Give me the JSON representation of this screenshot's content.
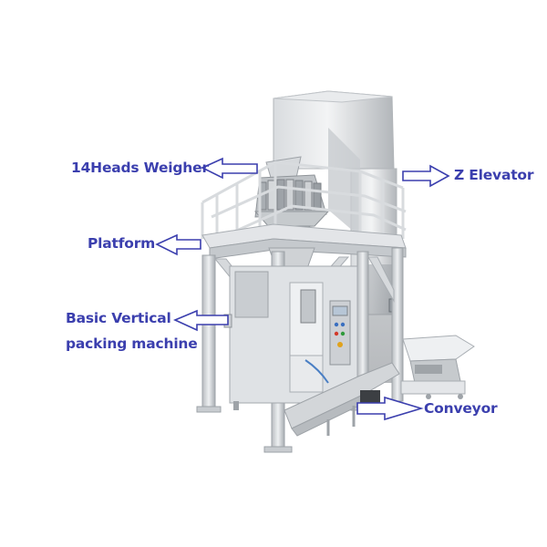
{
  "diagram": {
    "subject": "Vertical packing system with multihead weigher",
    "colors": {
      "label_text": "#3b3fae",
      "arrow_stroke": "#3b3fae",
      "steel_light": "#e6e8ea",
      "steel_mid": "#c3c7cb",
      "steel_dark": "#8c9196",
      "background": "#ffffff"
    },
    "labels": [
      {
        "id": "weigher",
        "text": "14Heads Weigher",
        "arrow_direction": "left"
      },
      {
        "id": "elevator",
        "text": "Z Elevator",
        "arrow_direction": "right"
      },
      {
        "id": "platform",
        "text": "Platform",
        "arrow_direction": "left"
      },
      {
        "id": "vffs_line1",
        "text": "Basic Vertical",
        "arrow_direction": "left"
      },
      {
        "id": "vffs_line2",
        "text": "packing machine",
        "arrow_direction": "none"
      },
      {
        "id": "conveyor",
        "text": "Conveyor",
        "arrow_direction": "right"
      }
    ],
    "components": [
      "14 heads weigher",
      "Z elevator",
      "Platform",
      "Basic vertical packing machine",
      "Conveyor"
    ]
  }
}
